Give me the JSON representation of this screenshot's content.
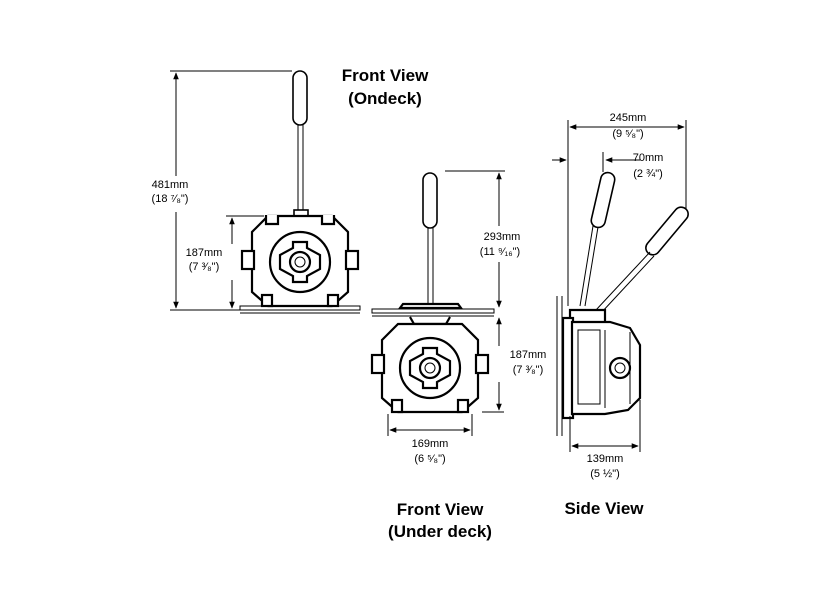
{
  "views": {
    "front_ondeck": {
      "title_line1": "Front View",
      "title_line2": "(Ondeck)",
      "height_total": {
        "mm": "481mm",
        "inch": "(18 ⁷⁄₈\")"
      },
      "height_body": {
        "mm": "187mm",
        "inch": "(7 ³⁄₈\")"
      }
    },
    "front_underdeck": {
      "title_line1": "Front View",
      "title_line2": "(Under deck)",
      "height_above": {
        "mm": "293mm",
        "inch": "(11 ⁹⁄₁₆\")"
      },
      "height_body": {
        "mm": "187mm",
        "inch": "(7 ³⁄₈\")"
      },
      "width_body": {
        "mm": "169mm",
        "inch": "(6 ⁵⁄₈\")"
      }
    },
    "side": {
      "title": "Side View",
      "width_total": {
        "mm": "245mm",
        "inch": "(9 ⁵⁄₈\")"
      },
      "width_offset": {
        "mm": "70mm",
        "inch": "(2 ¾\")"
      },
      "width_body": {
        "mm": "139mm",
        "inch": "(5 ½\")"
      }
    }
  },
  "colors": {
    "line": "#000000",
    "background": "#ffffff"
  }
}
